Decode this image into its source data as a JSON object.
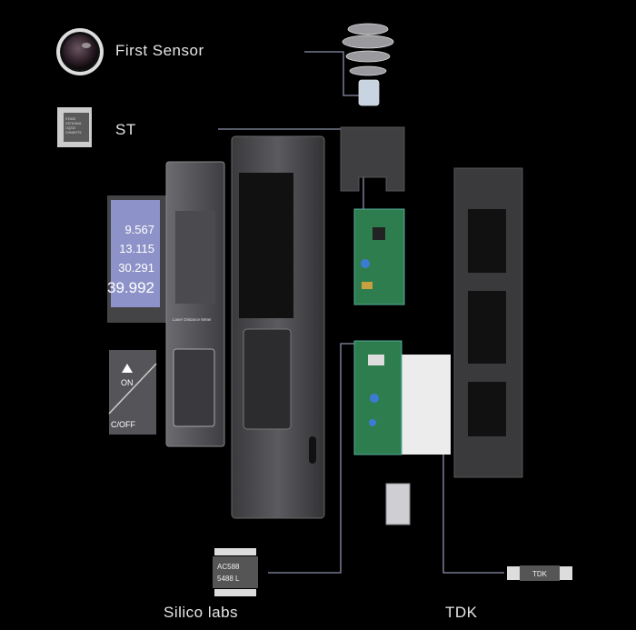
{
  "labels": {
    "first_sensor": "First  Sensor",
    "st": "ST",
    "silico_labs": "Silico labs",
    "tdk": "TDK"
  },
  "chips": {
    "st_chip_lines": [
      "STM32",
      "G071K8U6",
      "CQ232",
      "CHN697T6"
    ],
    "silabs_chip_lines": [
      "AC588",
      "5488 L"
    ],
    "tdk_component": "TDK"
  },
  "lcd_readings": [
    "9.567",
    "13.115",
    "30.291",
    "39.992"
  ],
  "device_text": {
    "faceplate_title": "Laser Distance Meter",
    "button_on": "ON",
    "button_off": "C/OFF"
  },
  "colors": {
    "background": "#000000",
    "leader_line": "#8a8fa8",
    "pcb_green": "#2e7d4f",
    "lcd_blue": "#8d93c8",
    "housing": "#4a4a4d"
  }
}
